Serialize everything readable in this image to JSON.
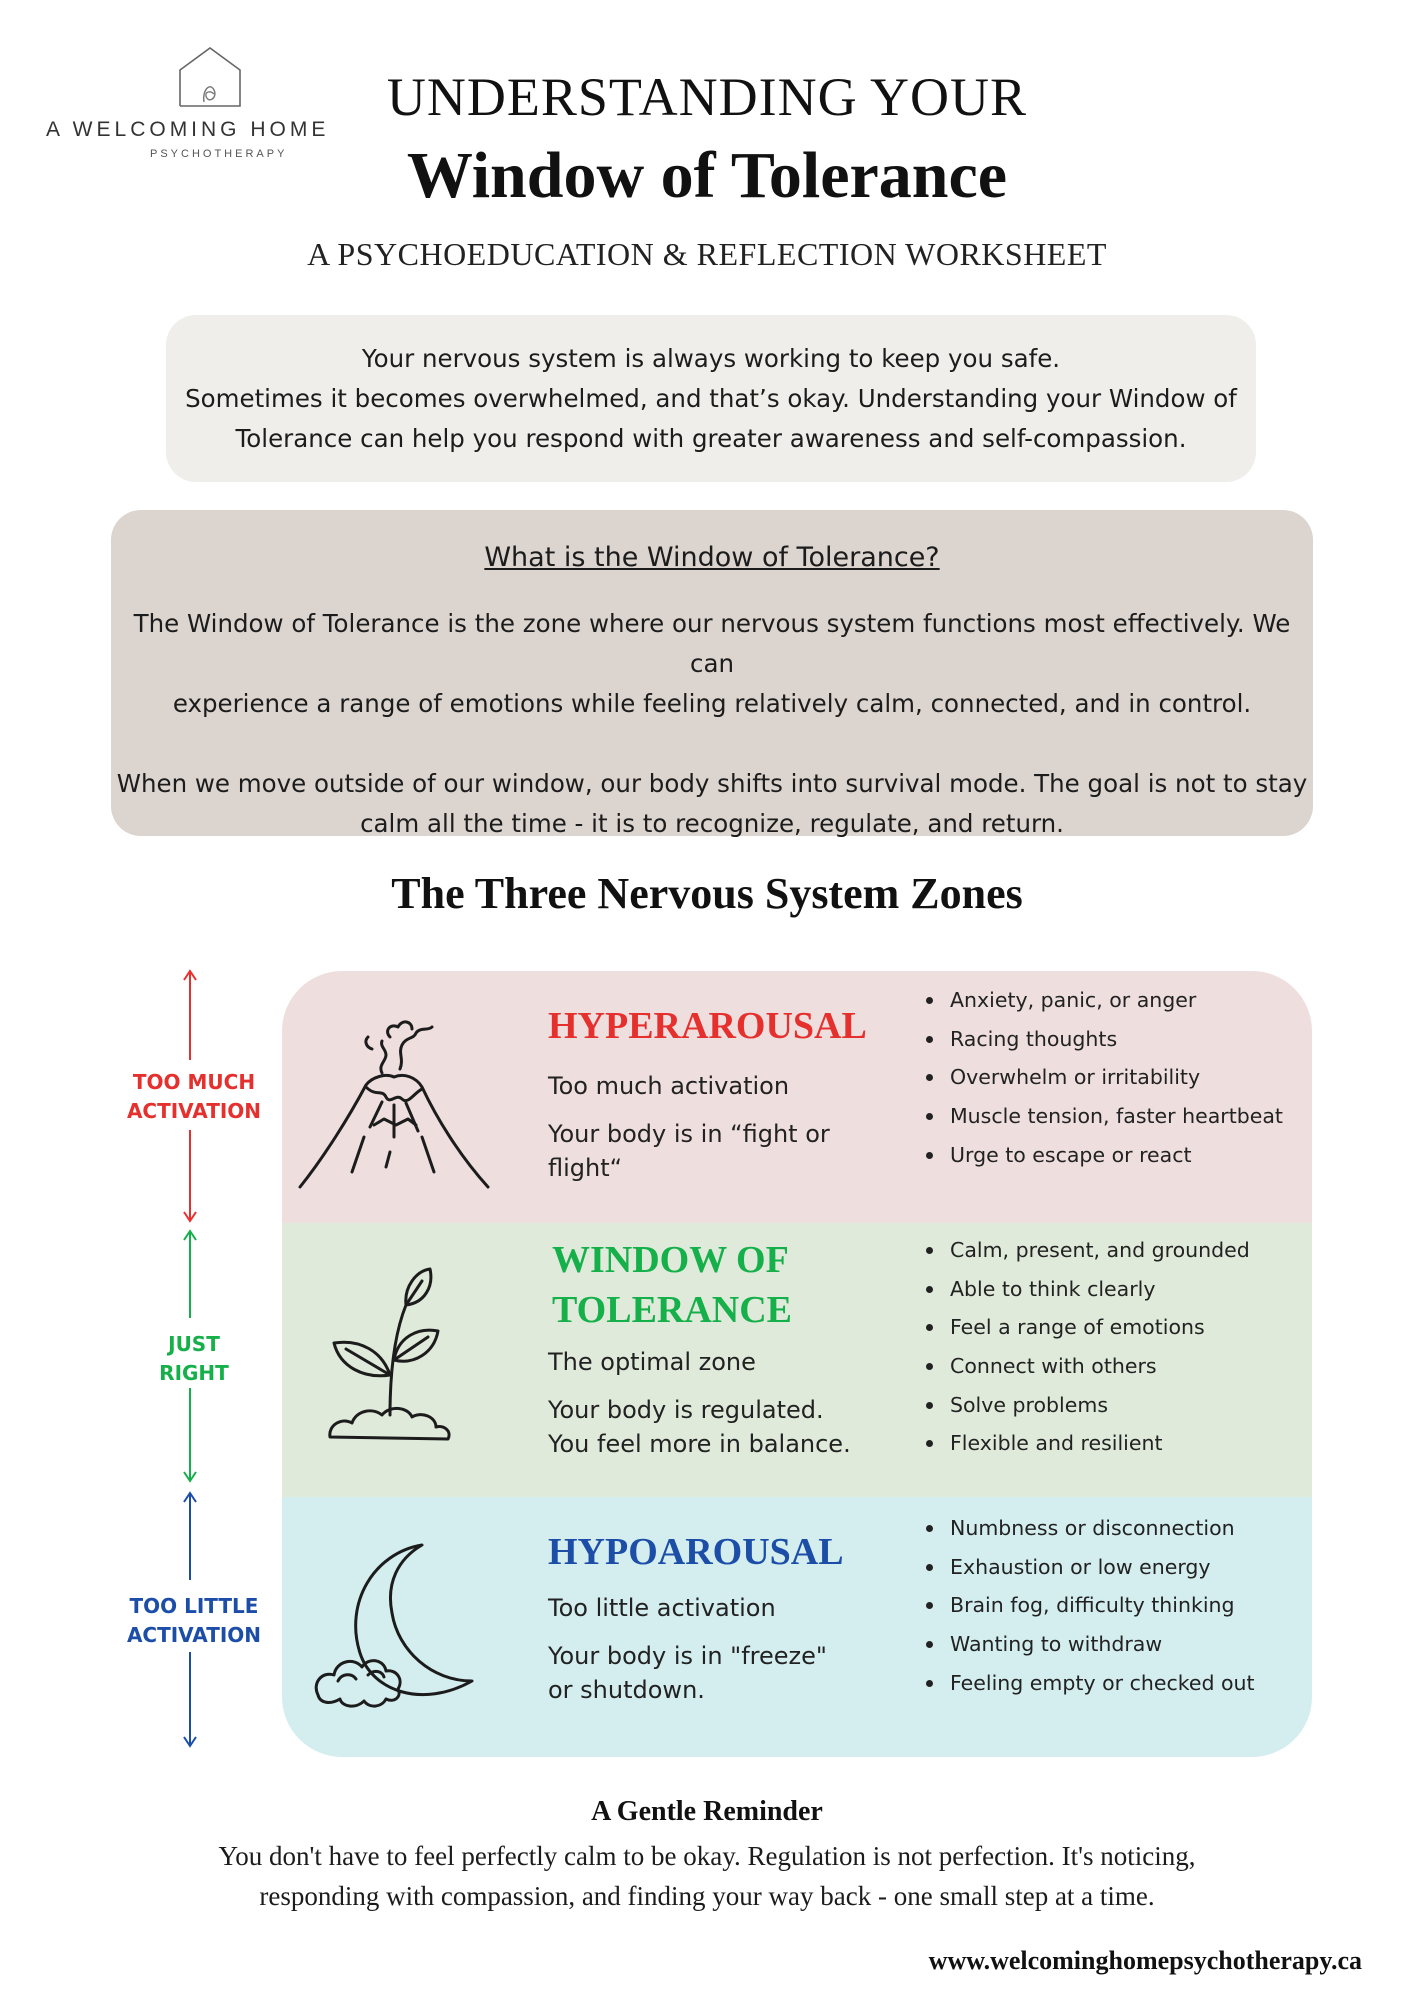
{
  "logo": {
    "name": "A WELCOMING HOME",
    "tagline": "PSYCHOTHERAPY",
    "icon": "house-icon"
  },
  "header": {
    "line1": "UNDERSTANDING YOUR",
    "line2": "Window of Tolerance",
    "line3": "A PSYCHOEDUCATION & REFLECTION WORKSHEET"
  },
  "intro": {
    "line1": "Your nervous system is always working to keep you safe.",
    "line2": "Sometimes it becomes overwhelmed, and that’s okay. Understanding your Window of",
    "line3": "Tolerance can help you respond with greater awareness and self-compassion."
  },
  "what": {
    "heading": "What is the Window of Tolerance?",
    "p1_line1": "The Window of Tolerance is the zone where our nervous system functions most effectively. We can",
    "p1_line2": "experience a range of emotions while feeling relatively calm, connected, and in control.",
    "p2_line1": "When we move outside of our window, our body shifts into survival mode. The goal is not to stay",
    "p2_line2": "calm all the time - it is to recognize, regulate, and return."
  },
  "zones_title": "The Three Nervous System Zones",
  "zones": [
    {
      "side_label_1": "TOO MUCH",
      "side_label_2": "ACTIVATION",
      "name": "HYPERAROUSAL",
      "name_line2": "",
      "subtitle": "Too much activation",
      "desc_line1": "Your body is in “fight or",
      "desc_line2": "flight“",
      "icon": "volcano-icon",
      "color": "#e5302e",
      "items": [
        "Anxiety, panic, or anger",
        "Racing thoughts",
        "Overwhelm or irritability",
        "Muscle tension, faster heartbeat",
        "Urge to escape or react"
      ]
    },
    {
      "side_label_1": "JUST",
      "side_label_2": "RIGHT",
      "name": "WINDOW OF",
      "name_line2": "TOLERANCE",
      "subtitle": "The optimal zone",
      "desc_line1": "Your body is regulated.",
      "desc_line2": "You feel more in balance.",
      "icon": "sprout-icon",
      "color": "#16b04a",
      "items": [
        "Calm, present, and grounded",
        "Able to think clearly",
        "Feel a range of emotions",
        "Connect with others",
        "Solve problems",
        "Flexible and resilient"
      ]
    },
    {
      "side_label_1": "TOO LITTLE",
      "side_label_2": "ACTIVATION",
      "name": "HYPOAROUSAL",
      "name_line2": "",
      "subtitle": "Too little activation",
      "desc_line1": "Your body is in \"freeze\"",
      "desc_line2": "or shutdown.",
      "icon": "moon-cloud-icon",
      "color": "#1c4ea8",
      "items": [
        "Numbness or disconnection",
        "Exhaustion or low energy",
        "Brain fog, difficulty thinking",
        "Wanting to withdraw",
        "Feeling empty or checked out"
      ]
    }
  ],
  "reminder": {
    "title": "A Gentle Reminder",
    "line1": "You don't have to feel perfectly calm to be okay. Regulation is not perfection. It's noticing,",
    "line2": "responding with compassion, and finding your way back - one small step at a time."
  },
  "website": "www.welcominghomepsychotherapy.ca"
}
